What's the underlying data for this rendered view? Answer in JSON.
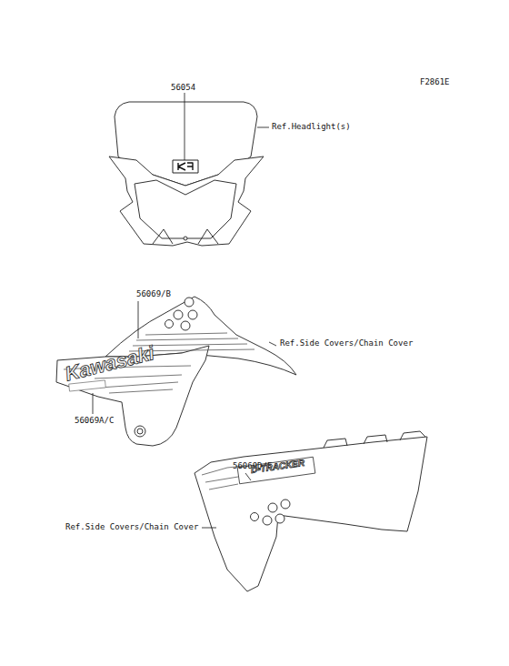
{
  "diagram": {
    "labels": [
      "F2861E",
      "56054",
      "Ref.Headlight(s)",
      "56069/B",
      "Kawasaki",
      "Ref.Side Covers/Chain Cover",
      "56069A/C",
      "56069D/E",
      "D-TRACKER",
      "Ref.Side Covers/Chain Cover"
    ]
  }
}
